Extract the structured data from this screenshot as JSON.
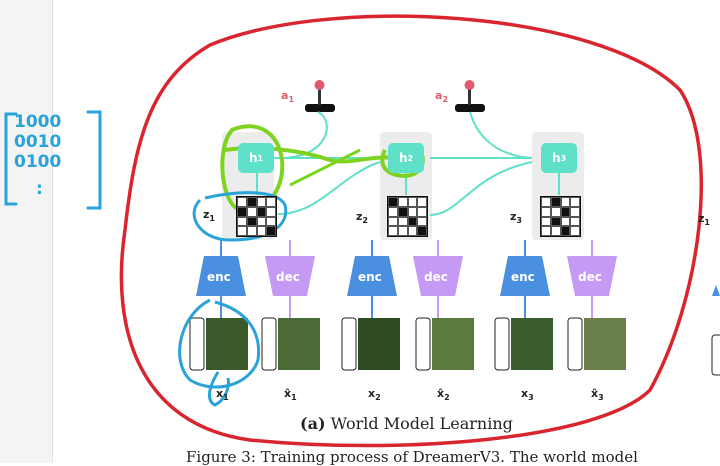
{
  "sidebar": {},
  "annotation_matrix": {
    "rows": [
      "1000",
      "0010",
      "0100",
      ":"
    ]
  },
  "figure": {
    "caption_prefix": "(a)",
    "caption_text": "World Model Learning",
    "actions": [
      {
        "label": "a",
        "sub": "1"
      },
      {
        "label": "a",
        "sub": "2"
      }
    ],
    "hidden_states": [
      {
        "label": "h",
        "sub": "1"
      },
      {
        "label": "h",
        "sub": "2"
      },
      {
        "label": "h",
        "sub": "3"
      }
    ],
    "latents": [
      {
        "label": "z",
        "sub": "1"
      },
      {
        "label": "z",
        "sub": "2"
      },
      {
        "label": "z",
        "sub": "3"
      },
      {
        "label": "z",
        "sub": "1"
      }
    ],
    "encoder_label": "enc",
    "decoder_label": "dec",
    "observations": [
      {
        "label": "x",
        "sub": "1"
      },
      {
        "label": "x",
        "sub": "2"
      },
      {
        "label": "x",
        "sub": "3"
      }
    ],
    "reconstructions": [
      {
        "label": "x̂",
        "sub": "1"
      },
      {
        "label": "x̂",
        "sub": "2"
      },
      {
        "label": "x̂",
        "sub": "3"
      }
    ]
  },
  "partial_caption": "Figure 3: Training process of DreamerV3. The world model",
  "colors": {
    "teal": "#5fe0c8",
    "encoder_blue": "#4a8fe0",
    "decoder_purple": "#c59af5",
    "action_pink": "#e05a6e",
    "ink_red": "#d9252e",
    "ink_green": "#7ed321",
    "ink_blue": "#2aa3d8"
  }
}
